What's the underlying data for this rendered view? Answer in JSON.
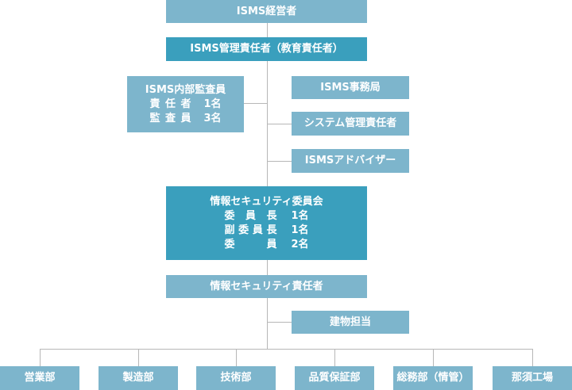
{
  "colors": {
    "light_box": "#7db5cc",
    "dark_box": "#3a9fbd",
    "connector": "#b7b7b7"
  },
  "nodes": {
    "top_executive": "ISMS経営者",
    "isms_manager": "ISMS管理責任者（教育責任者）",
    "internal_auditor": {
      "title": "ISMS内部監査員",
      "rows": [
        {
          "role": "責任者",
          "count": "1名"
        },
        {
          "role": "監査員",
          "count": "3名"
        }
      ]
    },
    "secretariat": "ISMS事務局",
    "system_manager": "システム管理責任者",
    "adviser": "ISMSアドバイザー",
    "security_committee": {
      "title": "情報セキュリティ委員会",
      "rows": [
        {
          "role": "委員長",
          "count": "1名"
        },
        {
          "role": "副委員長",
          "count": "1名"
        },
        {
          "role": "委員",
          "count": "2名"
        }
      ]
    },
    "security_manager": "情報セキュリティ責任者",
    "building": "建物担当",
    "departments": [
      "営業部",
      "製造部",
      "技術部",
      "品質保証部",
      "総務部（情管）",
      "那須工場"
    ]
  }
}
